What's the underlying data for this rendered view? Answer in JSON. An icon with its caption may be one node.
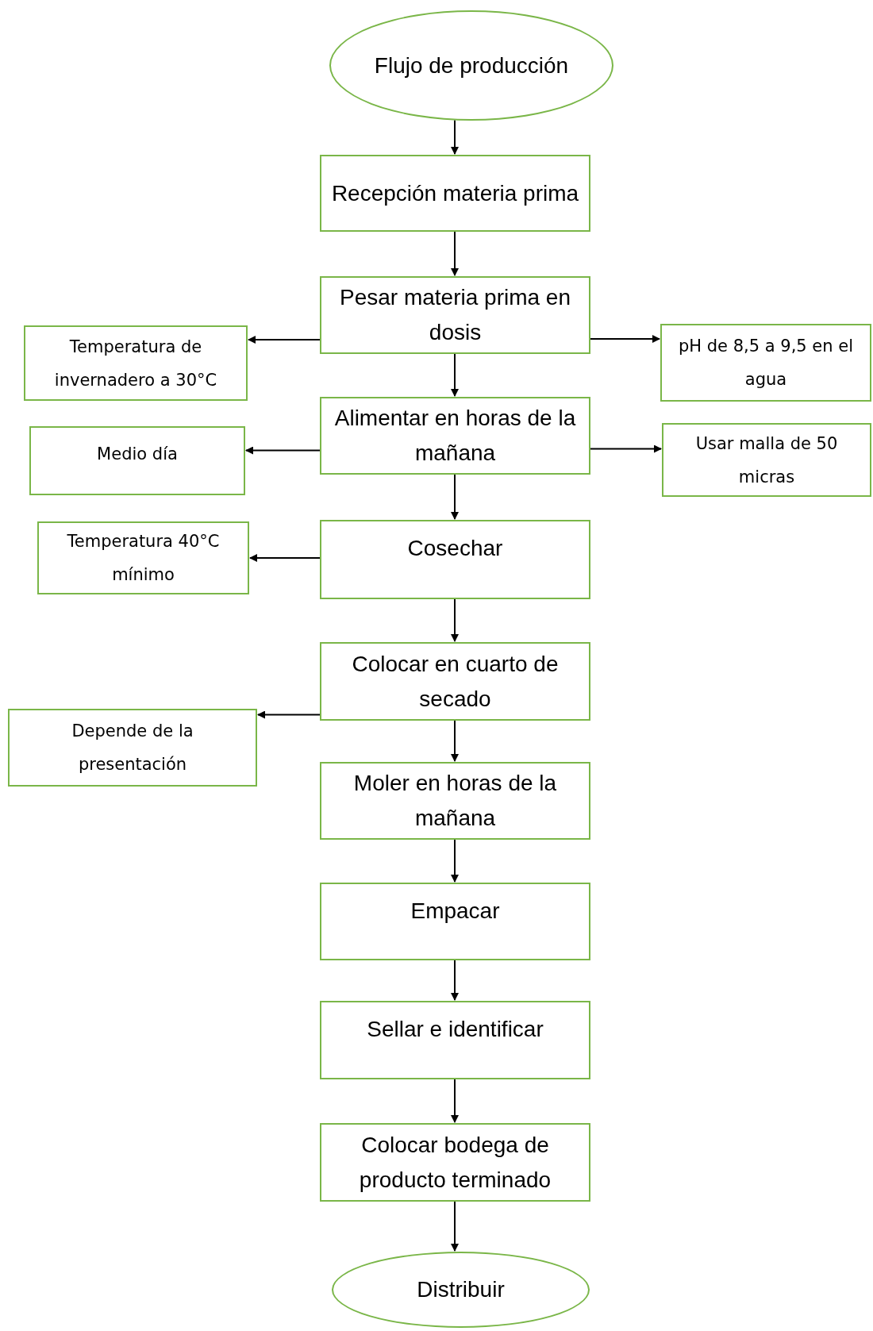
{
  "diagram": {
    "nodes": [
      {
        "text": [
          "Flujo de producción"
        ]
      },
      {
        "text": [
          "Recepción materia prima"
        ]
      },
      {
        "text": [
          "Pesar materia prima en dosis"
        ]
      },
      {
        "text": [
          "Temperatura de invernadero a 30°C"
        ]
      },
      {
        "text": [
          "pH de 8,5 a 9,5 en el agua"
        ]
      },
      {
        "text": [
          "Alimentar en horas de la mañana"
        ]
      },
      {
        "text": [
          "Medio día"
        ]
      },
      {
        "text": [
          "Usar malla de 50 micras"
        ]
      },
      {
        "text": [
          "Cosechar"
        ]
      },
      {
        "text": [
          "Temperatura 40°C mínimo"
        ]
      },
      {
        "text": [
          "Colocar en cuarto de secado"
        ]
      },
      {
        "text": [
          "Depende de la presentación"
        ]
      },
      {
        "text": [
          "Moler en horas de la mañana"
        ]
      },
      {
        "text": [
          "Empacar"
        ]
      },
      {
        "text": [
          "Sellar e identificar"
        ]
      },
      {
        "text": [
          "Colocar bodega de producto terminado"
        ]
      },
      {
        "text": [
          "Distribuir"
        ]
      }
    ],
    "edges": [
      {
        "from": 0,
        "to": 1,
        "arrow": "to"
      },
      {
        "from": 1,
        "to": 2,
        "arrow": "to"
      },
      {
        "from": 2,
        "to": 3,
        "arrow": "to"
      },
      {
        "from": 2,
        "to": 4,
        "arrow": "to"
      },
      {
        "from": 2,
        "to": 5,
        "arrow": "to"
      },
      {
        "from": 5,
        "to": 6,
        "arrow": "to"
      },
      {
        "from": 5,
        "to": 7,
        "arrow": "to"
      },
      {
        "from": 5,
        "to": 8,
        "arrow": "to"
      },
      {
        "from": 8,
        "to": 9,
        "arrow": "to"
      },
      {
        "from": 8,
        "to": 10,
        "arrow": "to"
      },
      {
        "from": 10,
        "to": 11,
        "arrow": "to"
      },
      {
        "from": 10,
        "to": 12,
        "arrow": "to"
      },
      {
        "from": 12,
        "to": 13,
        "arrow": "to"
      },
      {
        "from": 13,
        "to": 14,
        "arrow": "to"
      },
      {
        "from": 14,
        "to": 15,
        "arrow": "to"
      },
      {
        "from": 15,
        "to": 16,
        "arrow": "to"
      }
    ]
  }
}
